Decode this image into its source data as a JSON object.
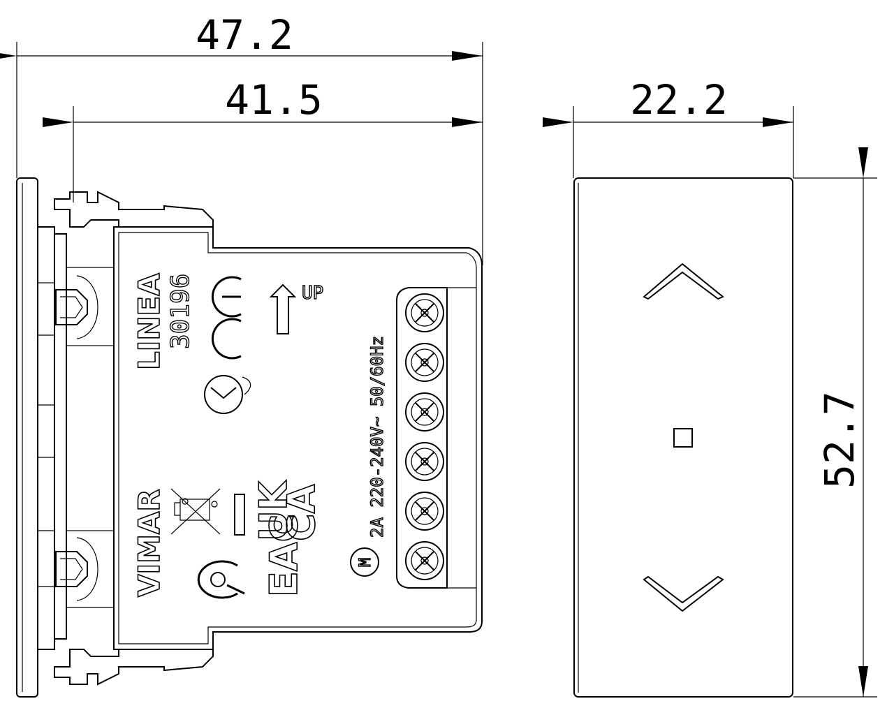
{
  "dimensions": {
    "overall_depth": "47.2",
    "body_depth": "41.5",
    "front_width": "22.2",
    "front_height": "52.7"
  },
  "markings": {
    "series": "LINEA",
    "code": "30196",
    "brand": "VIMAR",
    "rating": "2A 220-240V~ 50/60Hz",
    "direction": "UP",
    "uk_mark_line1": "UK",
    "uk_mark_line2": "CA",
    "eac_mark": "EAC",
    "motor_symbol": "M"
  },
  "icons": [
    "ce-mark",
    "timer-symbol",
    "weee-bin-icon",
    "up-arrow-icon",
    "chevron-up-icon",
    "chevron-down-icon",
    "led-indicator-square",
    "screw-terminal-icon"
  ],
  "terminal_count": 6
}
